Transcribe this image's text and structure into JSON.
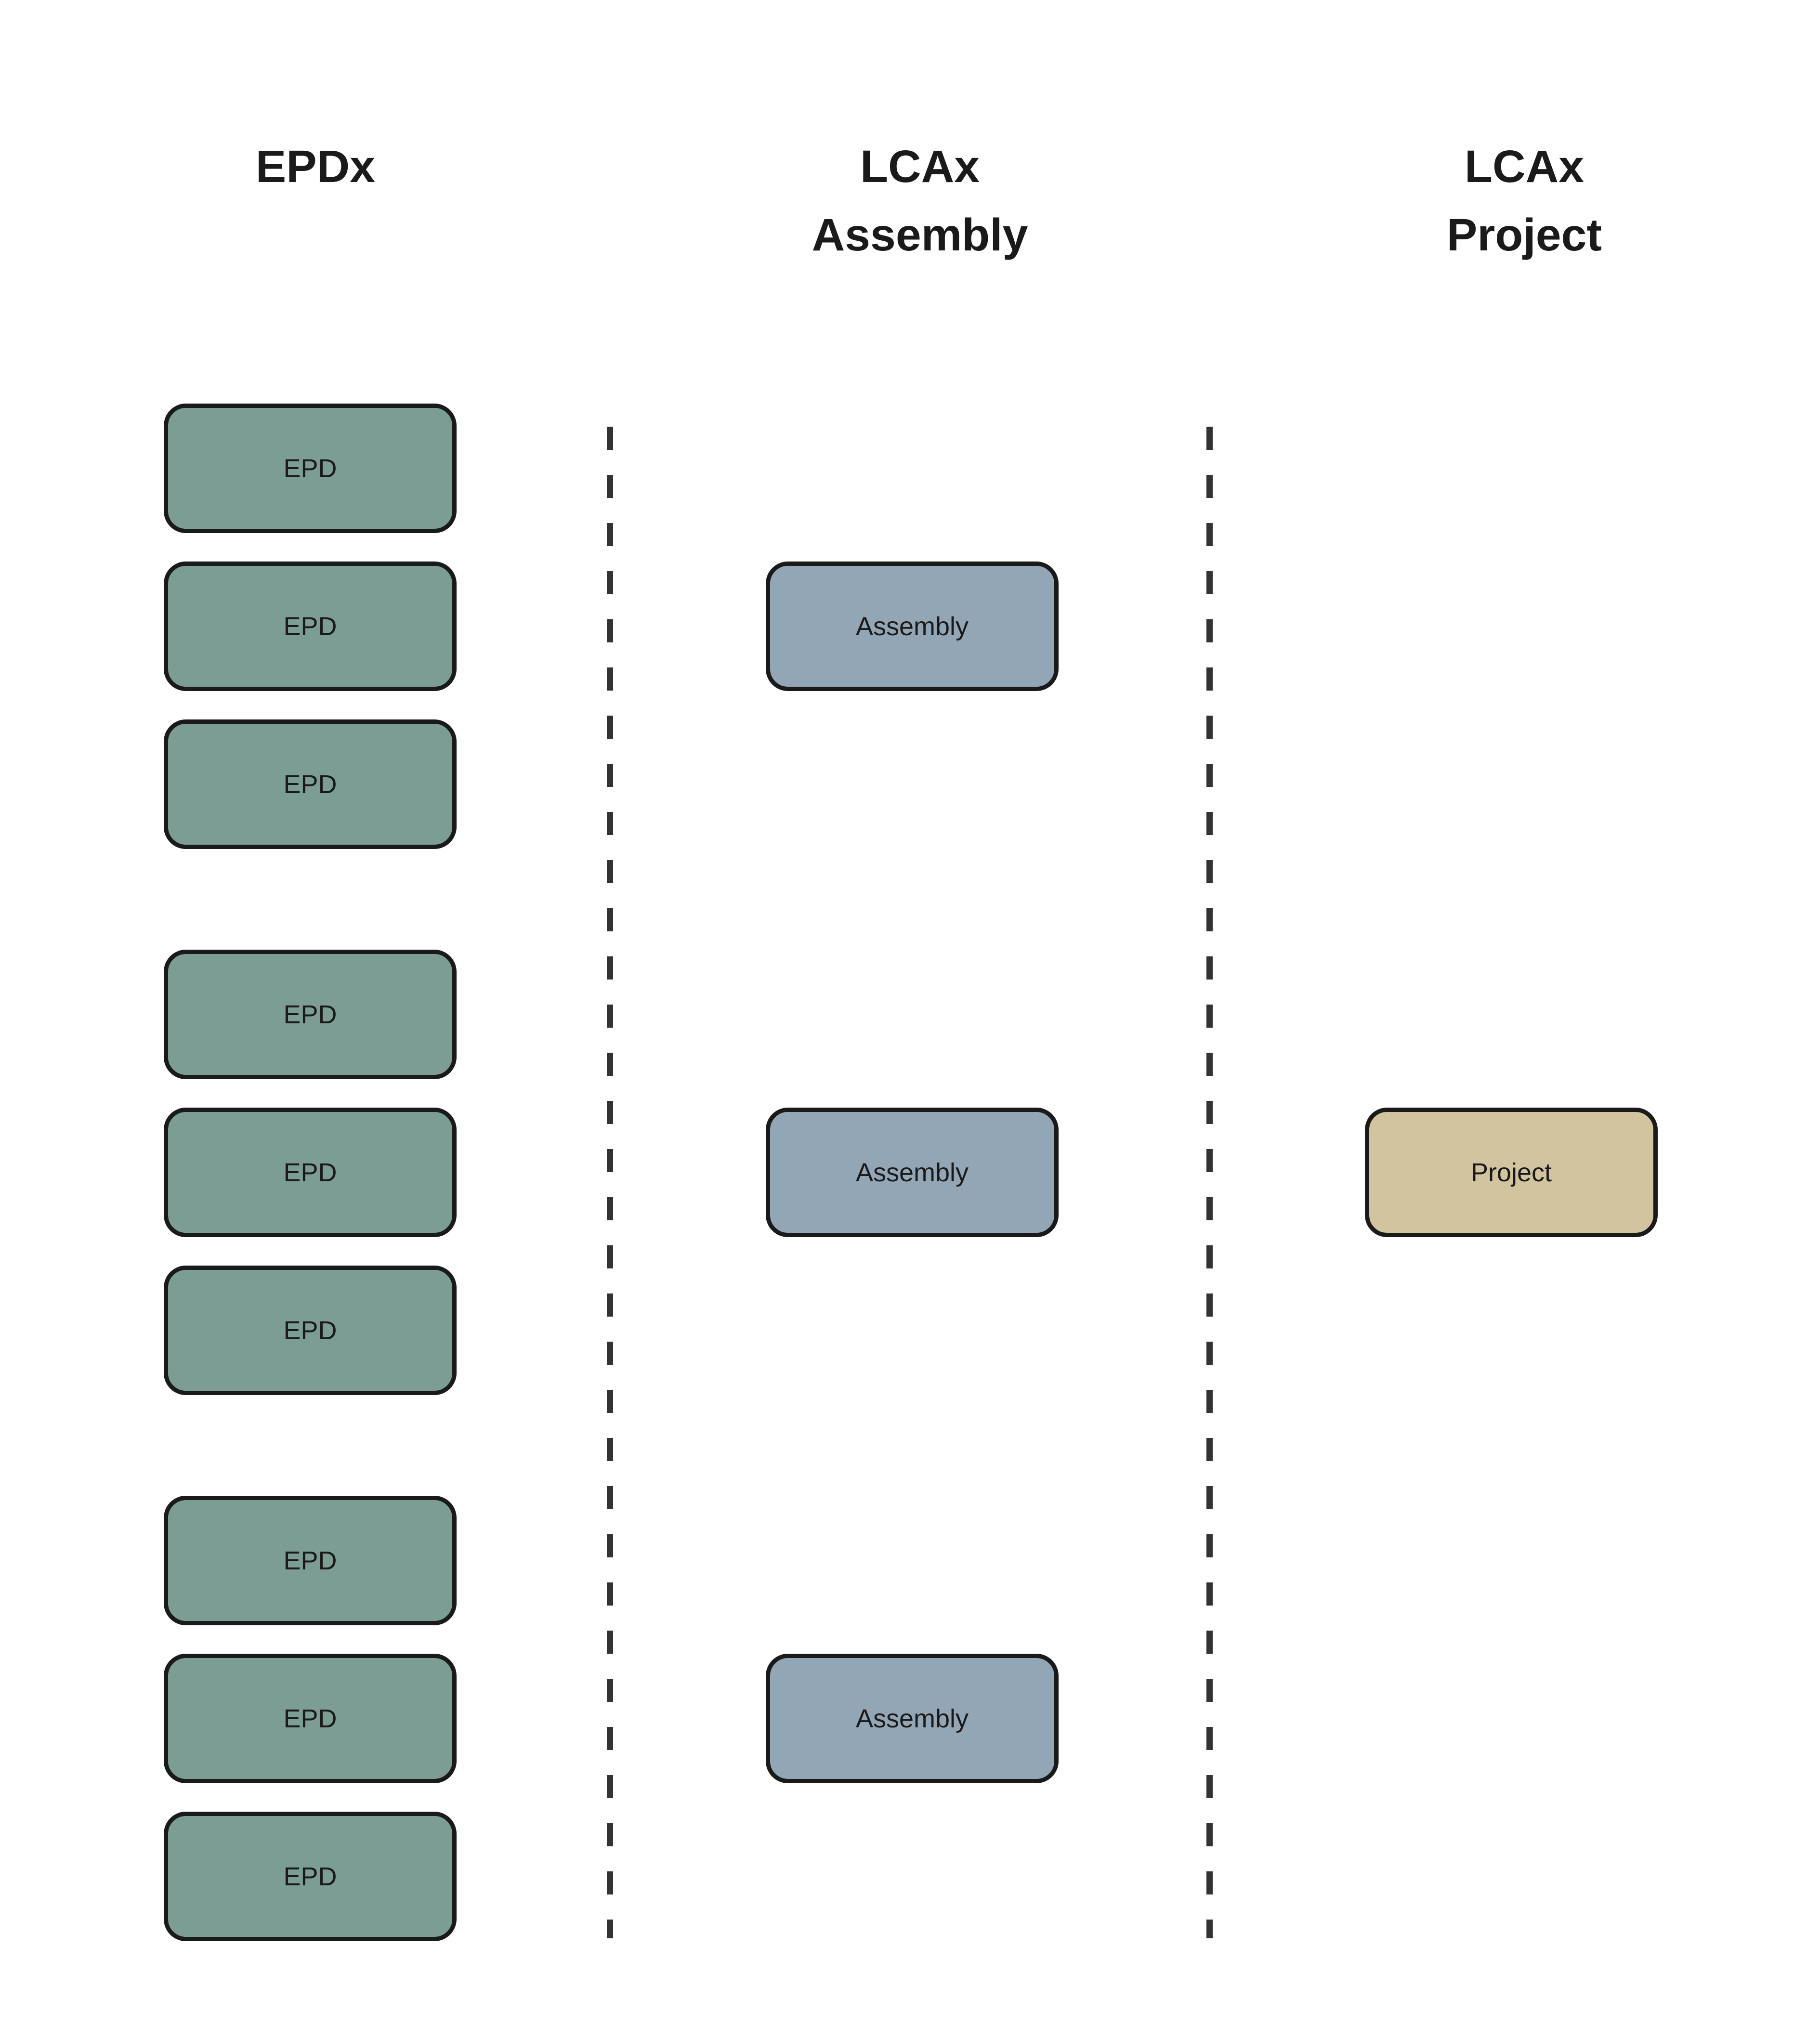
{
  "headers": [
    {
      "id": "epdx",
      "lines": [
        "EPDx"
      ]
    },
    {
      "id": "lcax_assembly",
      "lines": [
        "LCAx",
        "Assembly"
      ]
    },
    {
      "id": "lcax_project",
      "lines": [
        "LCAx",
        "Project"
      ]
    }
  ],
  "columns": [
    {
      "key": "epd",
      "box_color": "#7C9D93",
      "labels": [
        "EPD",
        "EPD",
        "EPD",
        "EPD",
        "EPD",
        "EPD",
        "EPD",
        "EPD",
        "EPD"
      ]
    },
    {
      "key": "assembly",
      "box_color": "#93A6B6",
      "labels": [
        "Assembly",
        "Assembly",
        "Assembly"
      ]
    },
    {
      "key": "project",
      "box_color": "#D3C4A0",
      "labels": [
        "Project"
      ]
    }
  ],
  "colors": {
    "background": "#FFFFFF",
    "node_border": "#1A1A1A",
    "separator_dash": "#333333",
    "text": "#1A1A1A"
  }
}
